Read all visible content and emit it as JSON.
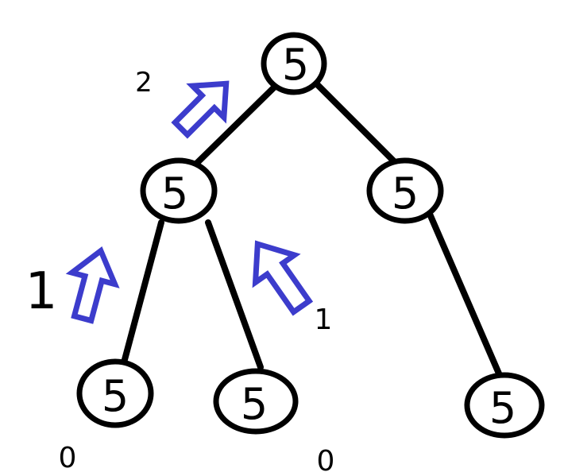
{
  "colors": {
    "edge": "#000000",
    "node_stroke": "#000000",
    "node_fill": "#ffffff",
    "arrow": "#3c3ccc"
  },
  "tree": {
    "nodes": [
      {
        "id": "root",
        "label": "5"
      },
      {
        "id": "left",
        "label": "5"
      },
      {
        "id": "right",
        "label": "5"
      },
      {
        "id": "left-left",
        "label": "5"
      },
      {
        "id": "left-right",
        "label": "5"
      },
      {
        "id": "right-right",
        "label": "5"
      }
    ],
    "edges": [
      {
        "from": "root",
        "to": "left"
      },
      {
        "from": "root",
        "to": "right"
      },
      {
        "from": "left",
        "to": "left-left"
      },
      {
        "from": "left",
        "to": "left-right"
      },
      {
        "from": "right",
        "to": "right-right"
      }
    ]
  },
  "counts": {
    "root_count": "2",
    "left_count": "1",
    "left_right_count": "1",
    "left_left_count": "0",
    "left_right_leaf_count": "0"
  },
  "arrows": [
    {
      "name": "arrow-left-to-root",
      "direction": "up-right"
    },
    {
      "name": "arrow-leftleft-to-left",
      "direction": "up"
    },
    {
      "name": "arrow-leftright-to-left",
      "direction": "up-left"
    }
  ]
}
